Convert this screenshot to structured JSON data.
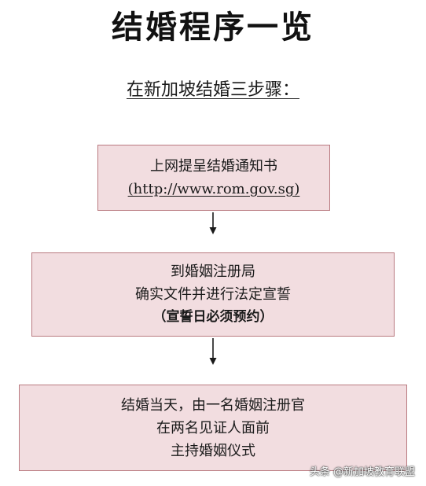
{
  "title": "结婚程序一览",
  "subtitle": "在新加坡结婚三步骤：",
  "steps": [
    {
      "line1": "上网提呈结婚通知书",
      "line2": "(http://www.rom.gov.sg)"
    },
    {
      "line1": "到婚姻注册局",
      "line2": "确实文件并进行法定宣誓",
      "line3": "（宣誓日必须预约）"
    },
    {
      "line1": "结婚当天，由一名婚姻注册官",
      "line2": "在两名见证人面前",
      "line3": "主持婚姻仪式"
    }
  ],
  "watermark": "头条 @新加坡教育联盟",
  "colors": {
    "box_fill": "#f2dde0",
    "box_border": "#b97a80",
    "text": "#1a1a1a"
  },
  "icons": {
    "arrow": "down-arrow-icon"
  }
}
